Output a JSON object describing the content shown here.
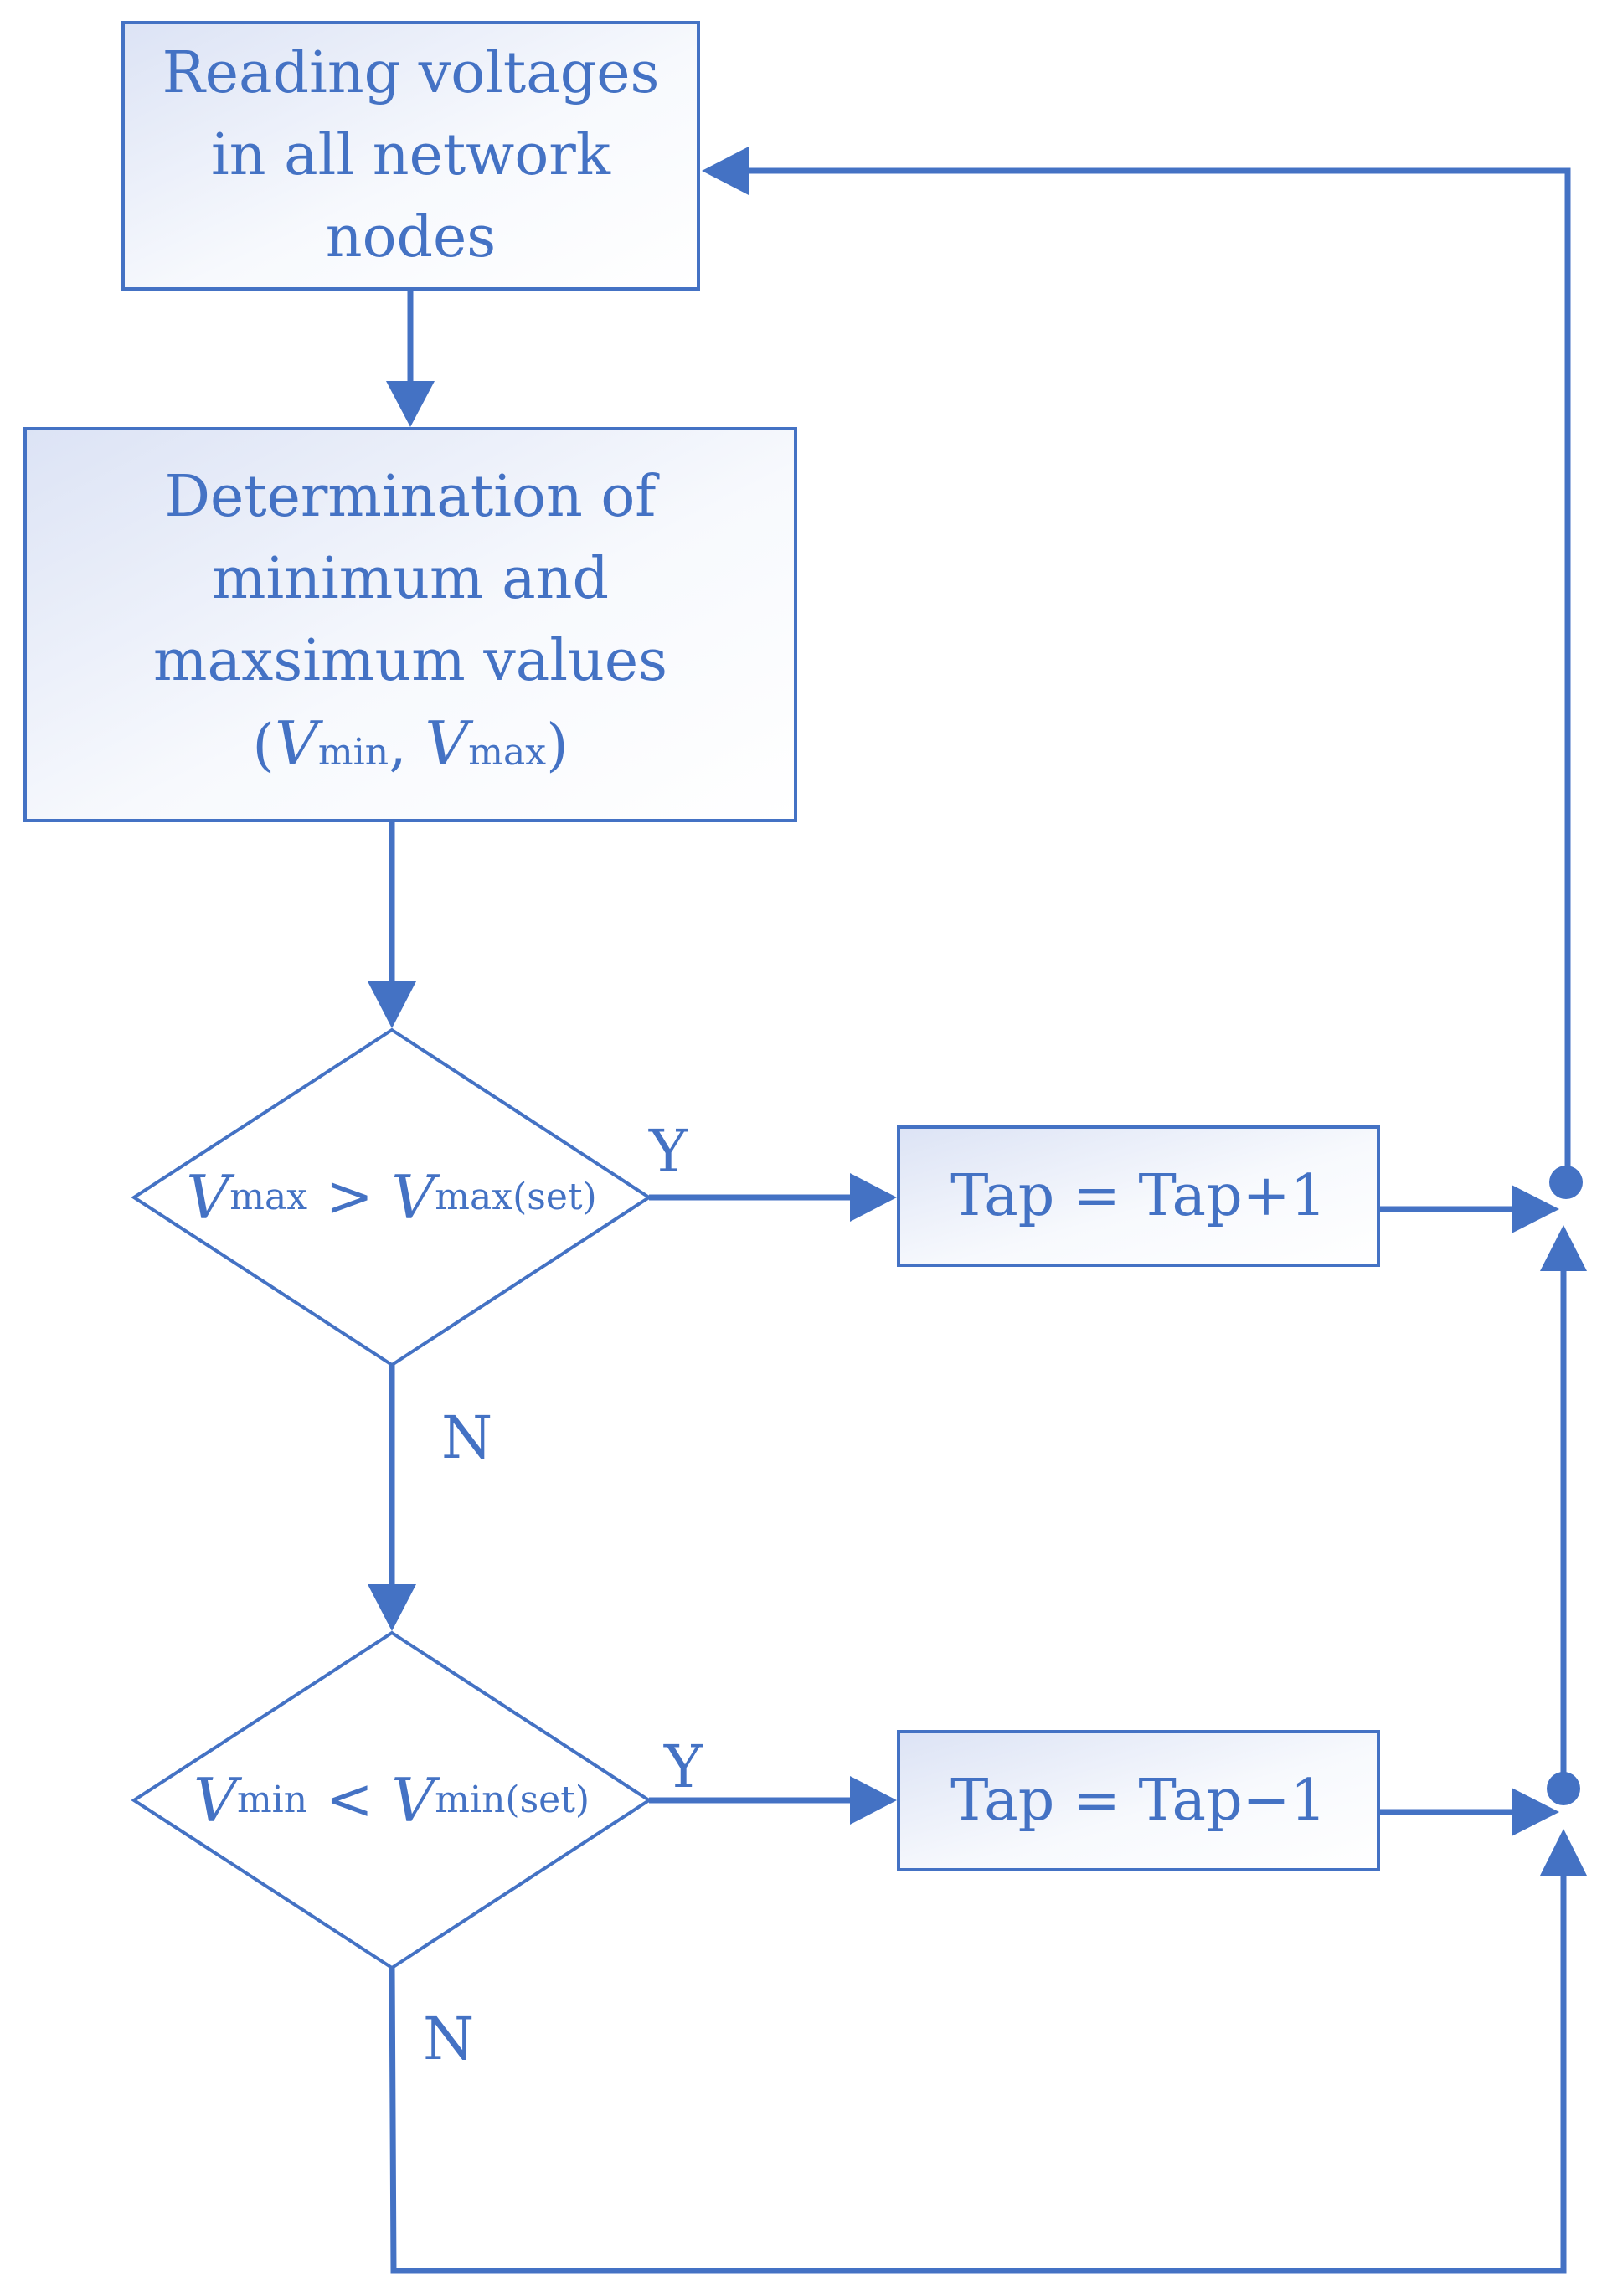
{
  "nodes": {
    "read": {
      "lines": [
        "Reading voltages",
        "in all network",
        "nodes"
      ]
    },
    "determine": {
      "lines": [
        "Determination of",
        "minimum and",
        "maxsimum values"
      ],
      "formula": {
        "open": "(",
        "v1": "V",
        "s1": "min",
        "sep": ", ",
        "v2": "V",
        "s2": "max",
        "close": ")"
      }
    },
    "dec_max": {
      "v1": "V",
      "s1": "max",
      "op": " > ",
      "v2": "V",
      "s2": "max(set)"
    },
    "dec_min": {
      "v1": "V",
      "s1": "min",
      "op": " < ",
      "v2": "V",
      "s2": "min(set)"
    },
    "tap_plus": "Tap = Tap+1",
    "tap_minus": "Tap = Tap−1"
  },
  "labels": {
    "yes1": "Y",
    "no1": "N",
    "yes2": "Y",
    "no2": "N"
  },
  "colors": {
    "stroke": "#4472C4",
    "fill_light": "#E3E8F6",
    "text": "#4472C4"
  }
}
